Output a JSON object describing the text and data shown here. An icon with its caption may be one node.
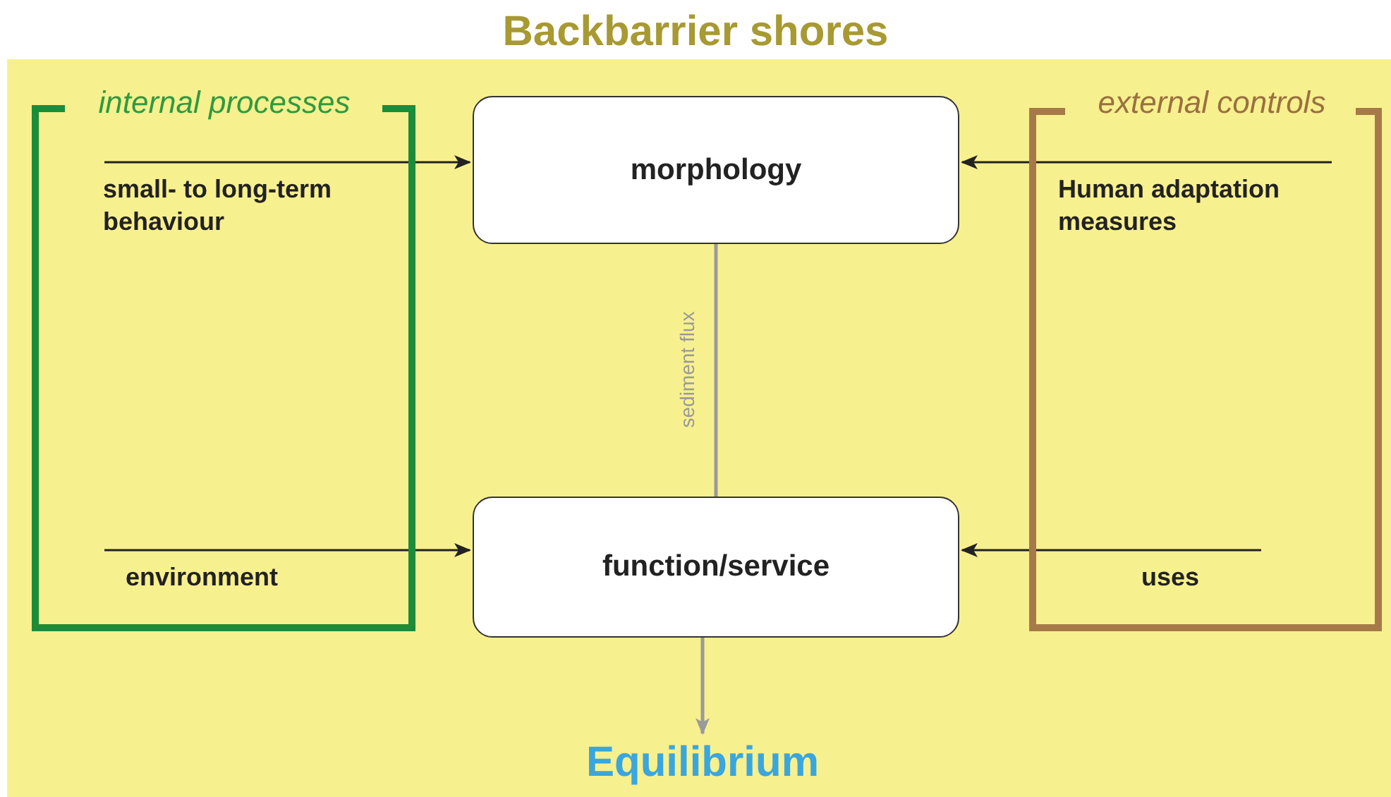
{
  "diagram": {
    "title": "Backbarrier shores",
    "nodes": [
      {
        "text": [
          "internal processes"
        ]
      },
      {
        "text": [
          "small- to long-term behaviour"
        ],
        "in": 0
      },
      {
        "text": [
          "environment"
        ],
        "in": 0
      },
      {
        "text": [
          "morphology"
        ]
      },
      {
        "text": [
          "function/service"
        ]
      },
      {
        "text": [
          "external controls"
        ]
      },
      {
        "text": [
          "Human adaptation measures"
        ],
        "in": 5
      },
      {
        "text": [
          "uses"
        ],
        "in": 5
      },
      {
        "text": [
          "Equilibrium"
        ]
      }
    ],
    "edges": [
      {
        "from": 1,
        "to": 3,
        "arrow": "to"
      },
      {
        "from": 6,
        "to": 3,
        "arrow": "to"
      },
      {
        "from": 2,
        "to": 4,
        "arrow": "to"
      },
      {
        "from": 7,
        "to": 4,
        "arrow": "to"
      },
      {
        "from": 3,
        "to": 4,
        "arrow": "none",
        "label": "sediment flux",
        "color": "#9a9a9a"
      },
      {
        "from": 4,
        "to": 8,
        "arrow": "to",
        "color": "#9a9a9a"
      }
    ]
  }
}
